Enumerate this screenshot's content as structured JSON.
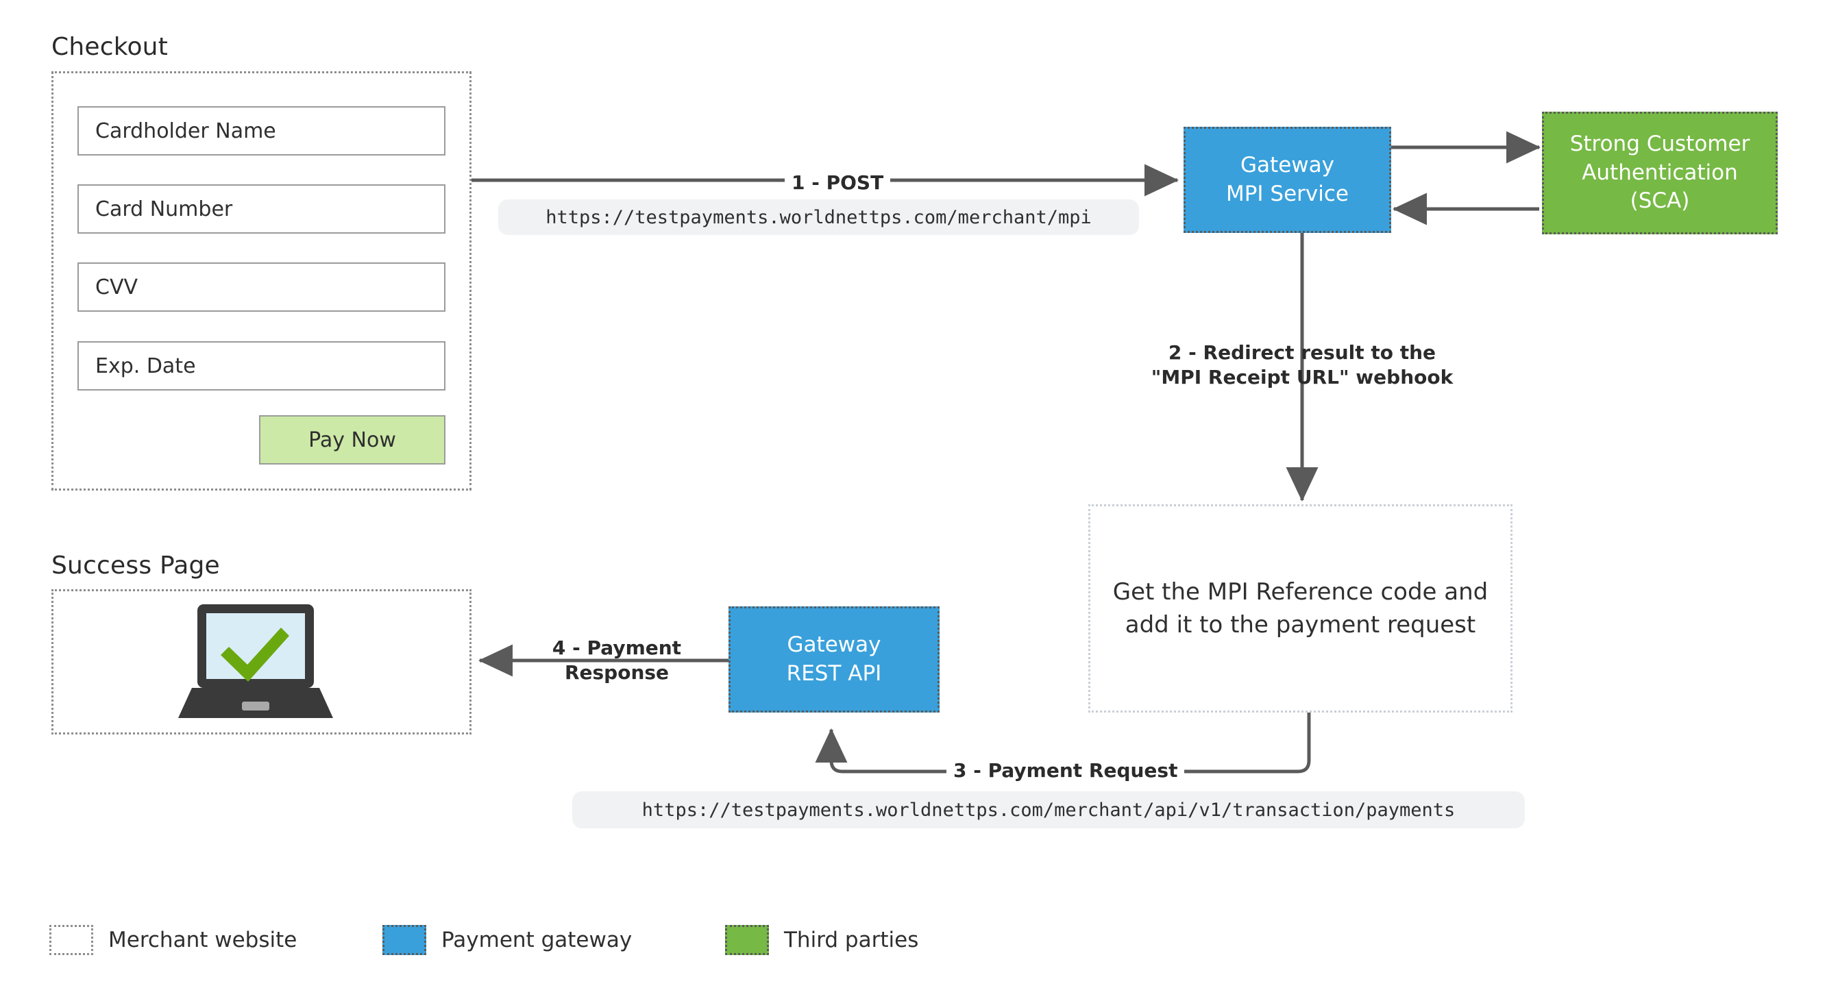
{
  "diagram": {
    "title": "Worldnet MPI / 3-D Secure payment flow",
    "colors": {
      "gateway_blue": "#39a0db",
      "third_party_green": "#76b945",
      "pay_button_green": "#cce9a7",
      "arrow_gray": "#5a5a5a",
      "merchant_border": "#8d8d8d",
      "chip_bg": "#f1f2f4",
      "laptop_body": "#3a3a3a",
      "laptop_screen": "#d9edf7",
      "check_green": "#6aa80f"
    }
  },
  "checkout": {
    "heading": "Checkout",
    "fields": [
      {
        "label": "Cardholder Name"
      },
      {
        "label": "Card Number"
      },
      {
        "label": "CVV"
      },
      {
        "label": "Exp. Date"
      }
    ],
    "pay_button": "Pay Now"
  },
  "success": {
    "heading": "Success Page",
    "icon": "laptop-success-check-icon"
  },
  "nodes": {
    "mpi_service": {
      "line1": "Gateway",
      "line2": "MPI Service"
    },
    "sca": {
      "line1": "Strong Customer",
      "line2": "Authentication",
      "line3": "(SCA)"
    },
    "rest_api": {
      "line1": "Gateway",
      "line2": "REST API"
    },
    "mpi_reference": "Get the MPI Reference code and add it to the payment request"
  },
  "steps": [
    {
      "id": 1,
      "label": "1 - POST",
      "url": "https://testpayments.worldnettps.com/merchant/mpi"
    },
    {
      "id": 2,
      "label": "2 - Redirect result to the\n\"MPI Receipt URL\" webhook",
      "url": ""
    },
    {
      "id": 3,
      "label": "3 - Payment Request",
      "url": "https://testpayments.worldnettps.com/merchant/api/v1/transaction/payments"
    },
    {
      "id": 4,
      "label": "4 - Payment\nResponse",
      "url": ""
    }
  ],
  "legend": [
    {
      "swatch": "white",
      "label": "Merchant website"
    },
    {
      "swatch": "blue",
      "label": "Payment gateway"
    },
    {
      "swatch": "green",
      "label": "Third parties"
    }
  ]
}
